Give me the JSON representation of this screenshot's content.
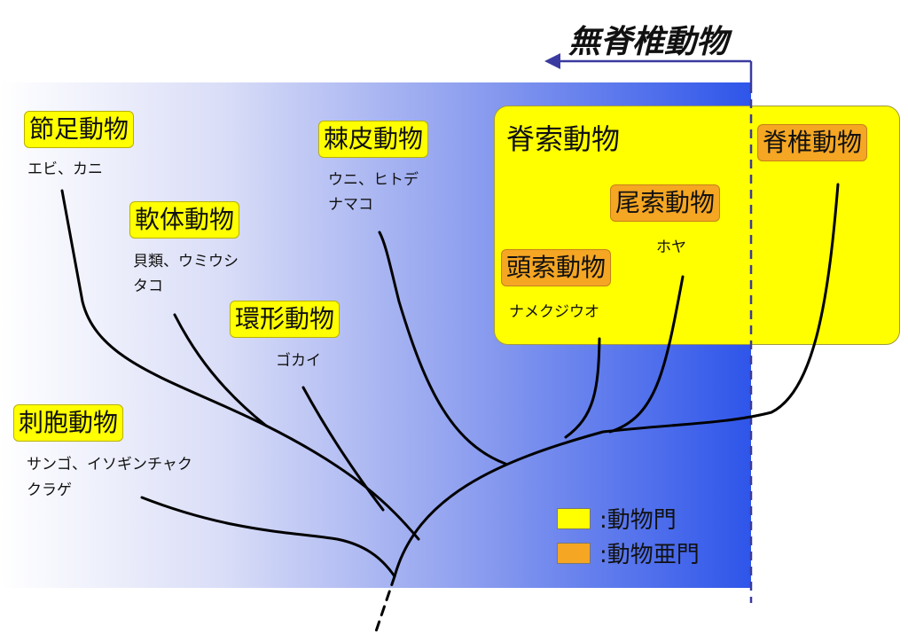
{
  "title": "無脊椎動物",
  "groups": {
    "arthropoda": {
      "label": "節足動物",
      "examples": "エビ、カニ"
    },
    "mollusca": {
      "label": "軟体動物",
      "examples_line1": "貝類、ウミウシ",
      "examples_line2": "タコ"
    },
    "annelida": {
      "label": "環形動物",
      "examples": "ゴカイ"
    },
    "echinodermata": {
      "label": "棘皮動物",
      "examples_line1": "ウニ、ヒトデ",
      "examples_line2": "ナマコ"
    },
    "cnidaria": {
      "label": "刺胞動物",
      "examples_line1": "サンゴ、イソギンチャク",
      "examples_line2": "クラゲ"
    },
    "chordata": {
      "label": "脊索動物"
    },
    "cephalochordata": {
      "label": "頭索動物",
      "examples": "ナメクジウオ"
    },
    "urochordata": {
      "label": "尾索動物",
      "examples": "ホヤ"
    },
    "vertebrata": {
      "label": "脊椎動物"
    }
  },
  "legend": {
    "phylum": {
      "color": "#ffff00",
      "text": ":動物門"
    },
    "subphylum": {
      "color": "#f5a623",
      "text": ":動物亜門"
    }
  },
  "colors": {
    "phylum": "#ffff00",
    "subphylum": "#f5a623",
    "branch": "#000000",
    "arrow": "#3a3aa0"
  }
}
